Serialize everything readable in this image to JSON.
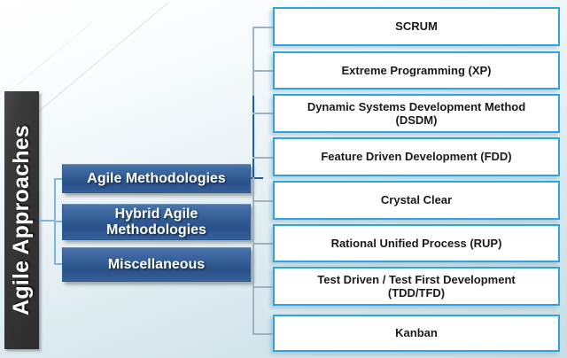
{
  "diagram": {
    "title": "Agile Approaches",
    "root": {
      "label": "Agile Approaches",
      "icon": "vertical-title-bar"
    },
    "categories": [
      {
        "label": "Agile Methodologies"
      },
      {
        "label": "Hybrid Agile\nMethodologies"
      },
      {
        "label": "Miscellaneous"
      }
    ],
    "methodologies": [
      {
        "label": "SCRUM"
      },
      {
        "label": "Extreme Programming (XP)"
      },
      {
        "label": "Dynamic Systems Development Method\n(DSDM)"
      },
      {
        "label": "Feature Driven Development (FDD)"
      },
      {
        "label": "Crystal Clear"
      },
      {
        "label": "Rational Unified Process (RUP)"
      },
      {
        "label": "Test Driven / Test First Development\n(TDD/TFD)"
      },
      {
        "label": "Kanban"
      }
    ],
    "colors": {
      "root_bar": "#333333",
      "category_box": "#2f5890",
      "leaf_border": "#2da4e0",
      "connector_light": "#7cb8dd",
      "connector_dark": "#1e5fa0",
      "background_top": "#ffffff",
      "background_bottom": "#c9dde5"
    }
  }
}
